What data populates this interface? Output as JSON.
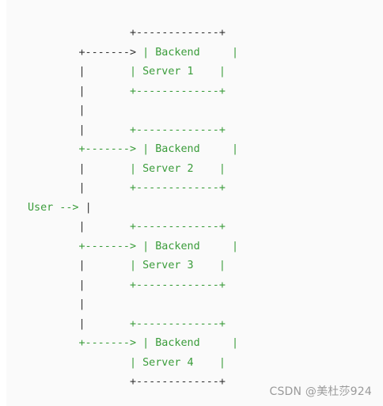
{
  "diagram": {
    "lines": [
      [
        {
          "t": "                ",
          "c": "d"
        },
        {
          "t": "+-------------+",
          "c": "d"
        }
      ],
      [
        {
          "t": "        +-------> ",
          "c": "d"
        },
        {
          "t": "| Backend     |",
          "c": "g"
        }
      ],
      [
        {
          "t": "        |       ",
          "c": "d"
        },
        {
          "t": "| Server 1    |",
          "c": "g"
        }
      ],
      [
        {
          "t": "        |       ",
          "c": "d"
        },
        {
          "t": "+-------------+",
          "c": "g"
        }
      ],
      [
        {
          "t": "        |",
          "c": "d"
        }
      ],
      [
        {
          "t": "        |       ",
          "c": "d"
        },
        {
          "t": "+-------------+",
          "c": "g"
        }
      ],
      [
        {
          "t": "        +-------> ",
          "c": "g"
        },
        {
          "t": "| Backend     |",
          "c": "g"
        }
      ],
      [
        {
          "t": "        |       ",
          "c": "d"
        },
        {
          "t": "| Server 2    |",
          "c": "g"
        }
      ],
      [
        {
          "t": "        |       ",
          "c": "d"
        },
        {
          "t": "+-------------+",
          "c": "g"
        }
      ],
      [
        {
          "t": "User --> ",
          "c": "g"
        },
        {
          "t": "|",
          "c": "d"
        }
      ],
      [
        {
          "t": "        |       ",
          "c": "d"
        },
        {
          "t": "+-------------+",
          "c": "g"
        }
      ],
      [
        {
          "t": "        +-------> ",
          "c": "g"
        },
        {
          "t": "| Backend     |",
          "c": "g"
        }
      ],
      [
        {
          "t": "        |       ",
          "c": "d"
        },
        {
          "t": "| Server 3    |",
          "c": "g"
        }
      ],
      [
        {
          "t": "        |       ",
          "c": "d"
        },
        {
          "t": "+-------------+",
          "c": "g"
        }
      ],
      [
        {
          "t": "        |",
          "c": "d"
        }
      ],
      [
        {
          "t": "        |       ",
          "c": "d"
        },
        {
          "t": "+-------------+",
          "c": "g"
        }
      ],
      [
        {
          "t": "        +-------> ",
          "c": "g"
        },
        {
          "t": "| Backend     |",
          "c": "g"
        }
      ],
      [
        {
          "t": "                ",
          "c": "d"
        },
        {
          "t": "| Server 4    |",
          "c": "g"
        }
      ],
      [
        {
          "t": "                ",
          "c": "d"
        },
        {
          "t": "+-------------+",
          "c": "d"
        }
      ]
    ]
  },
  "watermark": "CSDN @美杜莎924",
  "colors": {
    "default": "#333333",
    "green": "#3a9c3a",
    "background": "#fafafa",
    "watermark": "#9a9a9a"
  }
}
